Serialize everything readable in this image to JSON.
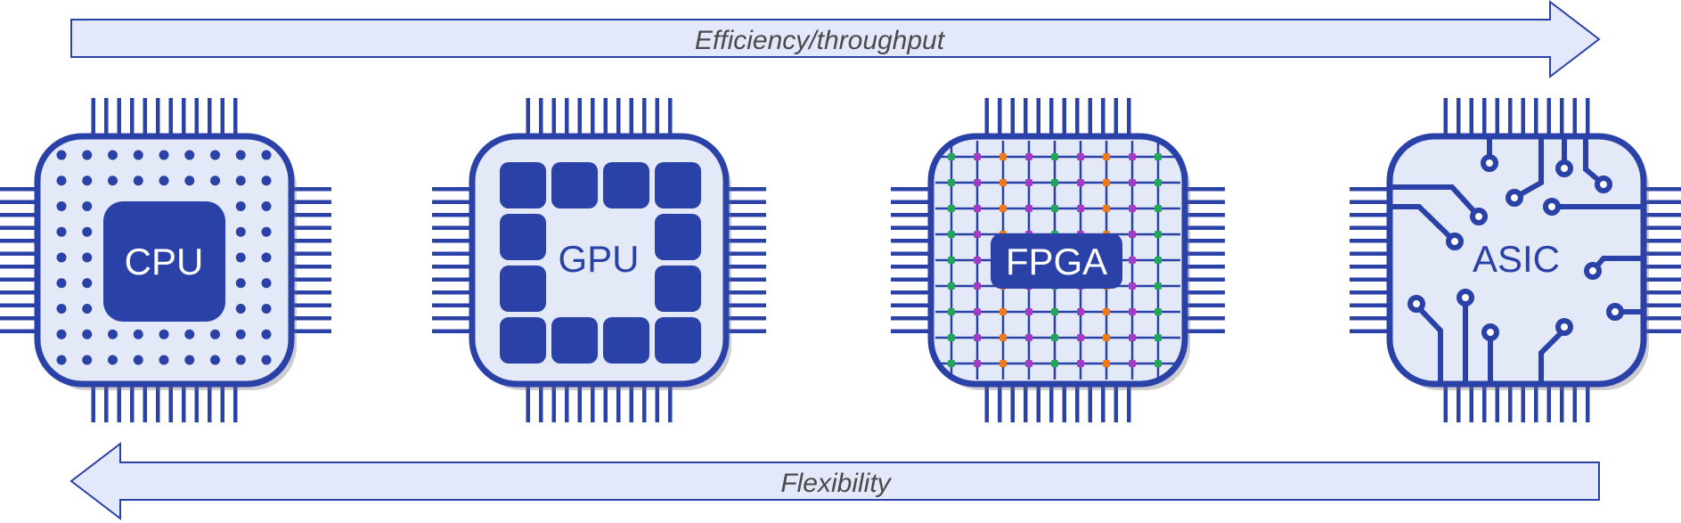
{
  "arrows": {
    "top": {
      "label": "Efficiency/throughput",
      "direction": "right"
    },
    "bottom": {
      "label": "Flexibility",
      "direction": "left"
    }
  },
  "chips": [
    {
      "id": "cpu",
      "label": "CPU",
      "style": "dots"
    },
    {
      "id": "gpu",
      "label": "GPU",
      "style": "blocks"
    },
    {
      "id": "fpga",
      "label": "FPGA",
      "style": "grid"
    },
    {
      "id": "asic",
      "label": "ASIC",
      "style": "circuit"
    }
  ],
  "colors": {
    "chip_primary": "#2a41a8",
    "chip_fill": "#e4e9f8",
    "arrow_fill": "#e4e8fb",
    "arrow_stroke": "#2a41a8",
    "fpga_dot_green": "#22a65a",
    "fpga_dot_orange": "#ef7a1a",
    "fpga_dot_purple": "#a23cc4"
  }
}
